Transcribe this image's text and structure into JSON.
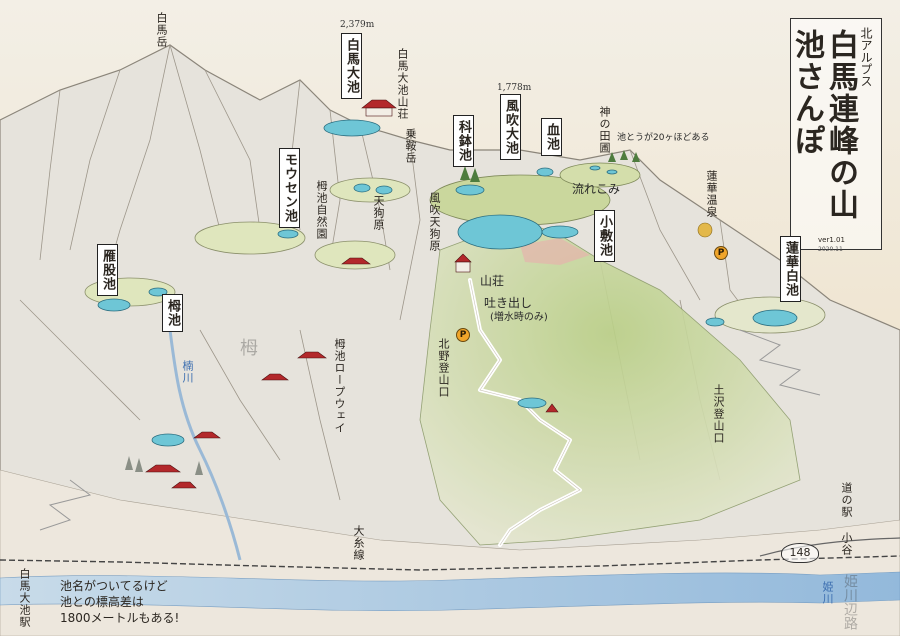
{
  "title": {
    "sub": "北アルプス",
    "main": "白馬連峰の山池さんぽ",
    "version": "ver1.01",
    "date": "2020.11"
  },
  "peaks": {
    "hakuba_dake": "白馬岳",
    "hakuba_ooike_elev": "2,379m",
    "kazafuki_elev": "1,778m",
    "norikuradake": "乗鞍岳"
  },
  "ponds": {
    "hakuba_ooike": "白馬大池",
    "mousen": "モウセン池",
    "kotsuzu": "雁股池",
    "tsuga": "栂池",
    "kabachi": "科鉢池",
    "kazafuki": "風吹大池",
    "chi": "血池",
    "koshiki": "小敷池",
    "renge_shira": "蓮華白池"
  },
  "places": {
    "sanso": "白馬大池山荘",
    "tsugaike_shizen": "栂池自然園",
    "tengu": "天狗原",
    "kazafuki_tengu": "風吹天狗原",
    "kami_tanbo": "神の田圃",
    "renge_onsen": "蓮華温泉",
    "kitano": "北野登山口",
    "tsuchizawa": "土沢登山口",
    "ropeway": "栂池ロープウェイ",
    "michi_no_eki": "道の駅 小谷",
    "oito": "大糸線",
    "station": "白馬大池駅"
  },
  "rivers": {
    "kusunoki": "楠川",
    "hime": "姫川"
  },
  "annotations": {
    "ike_count": "池とうが20ヶほどある",
    "nagarekomi": "流れこみ",
    "sanso_arrow": "山荘",
    "hakidashi": "吐き出し",
    "hakidashi_note": "(増水時のみ)",
    "faint_tsuga": "栂",
    "note_line1": "池名がついてるけど",
    "note_line2": "池との標高差は",
    "note_line3": "1800メートルもある!"
  },
  "route_number": "148",
  "parking_label": "P",
  "signature": "姫川辺路",
  "colors": {
    "sky": "#efe6d4",
    "mountain": "#e4e1da",
    "forest": "#c8d6a4",
    "meadow": "#d9e2b4",
    "pond": "#6ec6d6",
    "roof": "#b3282b",
    "river": "#8fb5d8",
    "parking": "#f0a52a",
    "trail": "#ffffff"
  }
}
